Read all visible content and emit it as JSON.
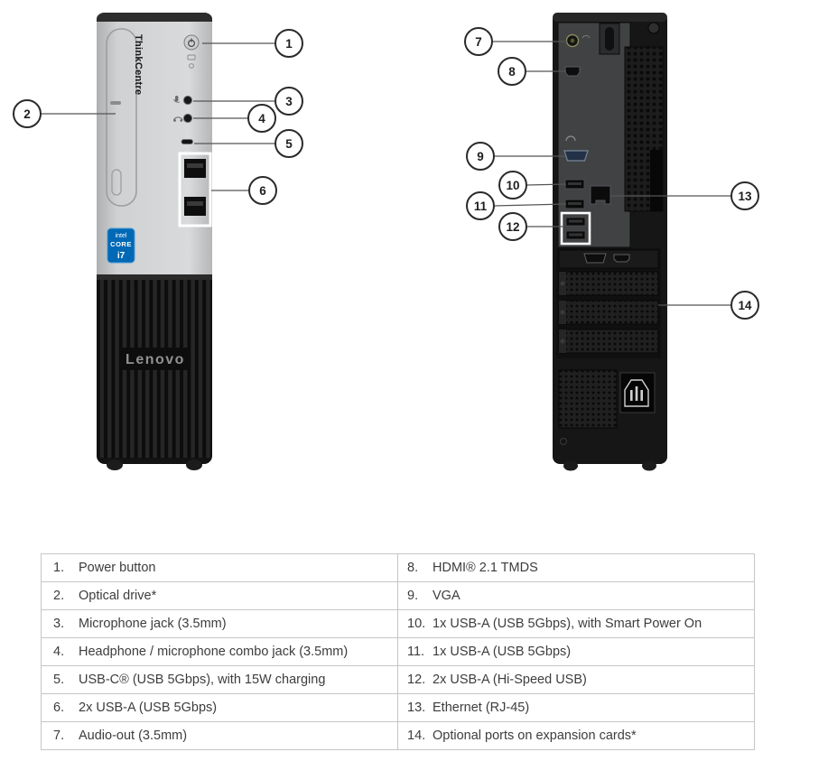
{
  "front_tower": {
    "brand_vertical": "ThinkCentre",
    "logo": "Lenovo",
    "badge": {
      "line1": "intel",
      "line2": "CORE",
      "line3": "i7"
    }
  },
  "colors": {
    "intel_badge": "#0068b5",
    "callout_stroke": "#2a2a2a",
    "leader_line": "#555555"
  },
  "callouts": [
    "1",
    "2",
    "3",
    "4",
    "5",
    "6",
    "7",
    "8",
    "9",
    "10",
    "11",
    "12",
    "13",
    "14"
  ],
  "table": {
    "rows": [
      {
        "l_num": "1.",
        "l_label": "Power button",
        "r_num": "8.",
        "r_label": "HDMI® 2.1 TMDS"
      },
      {
        "l_num": "2.",
        "l_label": "Optical drive*",
        "r_num": "9.",
        "r_label": "VGA"
      },
      {
        "l_num": "3.",
        "l_label": "Microphone jack (3.5mm)",
        "r_num": "10.",
        "r_label": "1x USB-A (USB 5Gbps), with Smart Power On"
      },
      {
        "l_num": "4.",
        "l_label": "Headphone / microphone combo jack (3.5mm)",
        "r_num": "11.",
        "r_label": "1x USB-A (USB 5Gbps)"
      },
      {
        "l_num": "5.",
        "l_label": "USB-C® (USB 5Gbps), with 15W charging",
        "r_num": "12.",
        "r_label": "2x USB-A (Hi-Speed USB)"
      },
      {
        "l_num": "6.",
        "l_label": "2x USB-A (USB 5Gbps)",
        "r_num": "13.",
        "r_label": "Ethernet (RJ-45)"
      },
      {
        "l_num": "7.",
        "l_label": "Audio-out (3.5mm)",
        "r_num": "14.",
        "r_label": "Optional ports on expansion cards*"
      }
    ]
  }
}
